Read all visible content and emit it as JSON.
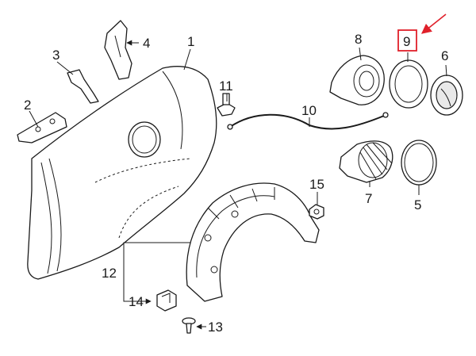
{
  "diagram": {
    "callouts": [
      {
        "id": "1",
        "label": "1"
      },
      {
        "id": "2",
        "label": "2"
      },
      {
        "id": "3",
        "label": "3"
      },
      {
        "id": "4",
        "label": "4"
      },
      {
        "id": "5",
        "label": "5"
      },
      {
        "id": "6",
        "label": "6"
      },
      {
        "id": "7",
        "label": "7"
      },
      {
        "id": "8",
        "label": "8"
      },
      {
        "id": "9",
        "label": "9"
      },
      {
        "id": "10",
        "label": "10"
      },
      {
        "id": "11",
        "label": "11"
      },
      {
        "id": "12",
        "label": "12"
      },
      {
        "id": "13",
        "label": "13"
      },
      {
        "id": "14",
        "label": "14"
      },
      {
        "id": "15",
        "label": "15"
      }
    ],
    "highlight": {
      "callout": "9",
      "box_color": "#e0202a",
      "arrow_color": "#e0202a"
    }
  }
}
